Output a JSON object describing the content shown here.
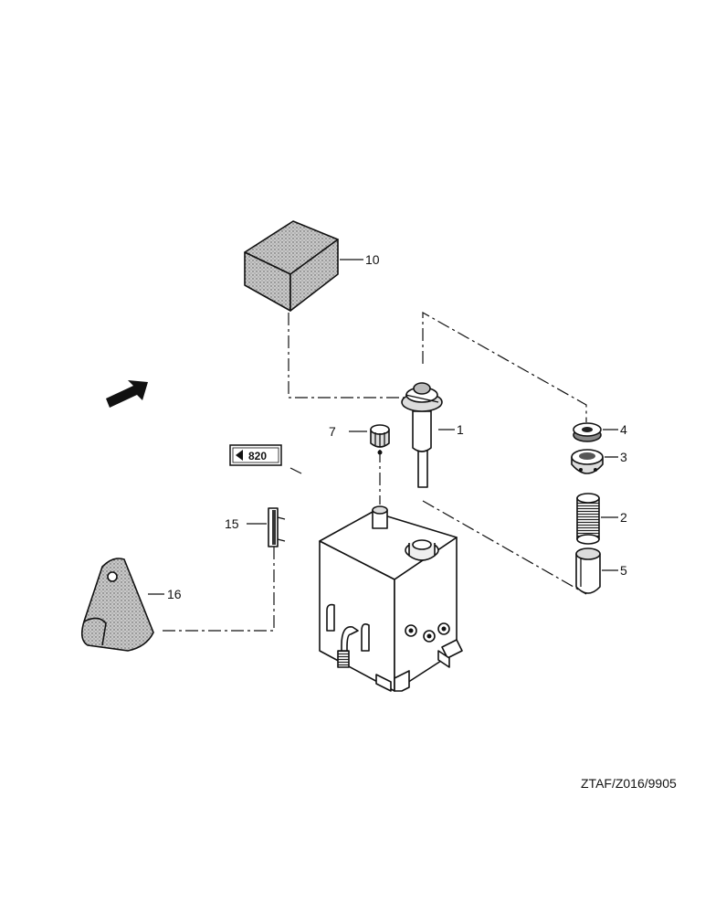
{
  "diagram": {
    "reference_tag": "820",
    "drawing_code": "ZTAF/Z016/9905",
    "callouts": [
      {
        "id": "1",
        "label": "1"
      },
      {
        "id": "2",
        "label": "2"
      },
      {
        "id": "3",
        "label": "3"
      },
      {
        "id": "4",
        "label": "4"
      },
      {
        "id": "5",
        "label": "5"
      },
      {
        "id": "7",
        "label": "7"
      },
      {
        "id": "10",
        "label": "10"
      },
      {
        "id": "15",
        "label": "15"
      },
      {
        "id": "16",
        "label": "16"
      }
    ],
    "icons": [
      "direction-arrow-icon",
      "left-triangle-icon"
    ],
    "colors": {
      "ink": "#111111",
      "shading": "#b8b8b8",
      "background": "#ffffff"
    }
  }
}
